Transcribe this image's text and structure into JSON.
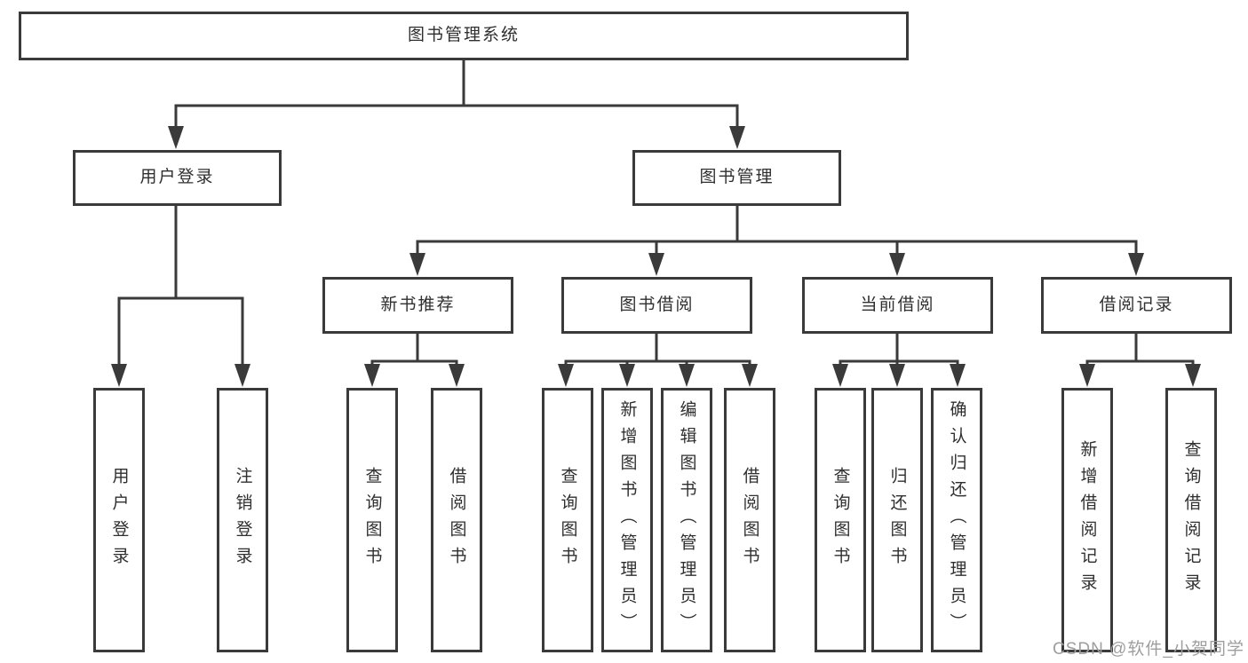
{
  "colors": {
    "line": "#3a3a3a",
    "text": "#2f2f2f",
    "watermark": "#9e9e9e",
    "background": "#ffffff"
  },
  "watermark": {
    "text": "CSDN @软件_小贺同学"
  },
  "tree": {
    "label": "图书管理系统",
    "children": [
      {
        "label": "用户登录",
        "children": [
          {
            "label": "用户登录"
          },
          {
            "label": "注销登录"
          }
        ]
      },
      {
        "label": "图书管理",
        "children": [
          {
            "label": "新书推荐",
            "children": [
              {
                "label": "查询图书"
              },
              {
                "label": "借阅图书"
              }
            ]
          },
          {
            "label": "图书借阅",
            "children": [
              {
                "label": "查询图书"
              },
              {
                "label": "新增图书（管理员）"
              },
              {
                "label": "编辑图书（管理员）"
              },
              {
                "label": "借阅图书"
              }
            ]
          },
          {
            "label": "当前借阅",
            "children": [
              {
                "label": "查询图书"
              },
              {
                "label": "归还图书"
              },
              {
                "label": "确认归还（管理员）"
              }
            ]
          },
          {
            "label": "借阅记录",
            "children": [
              {
                "label": "新增借阅记录"
              },
              {
                "label": "查询借阅记录"
              }
            ]
          }
        ]
      }
    ]
  }
}
